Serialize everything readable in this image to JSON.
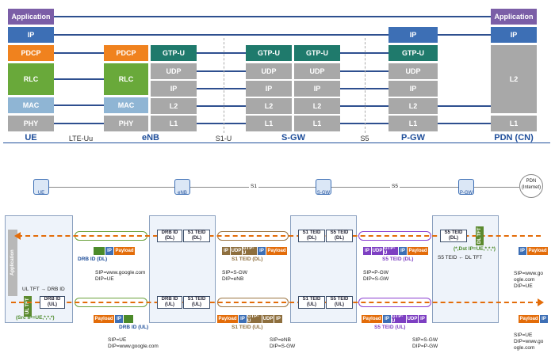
{
  "layers": {
    "application": "Application",
    "ip": "IP",
    "pdcp": "PDCP",
    "rlc": "RLC",
    "mac": "MAC",
    "phy": "PHY",
    "gtpu": "GTP-U",
    "udp": "UDP",
    "l2": "L2",
    "l1": "L1"
  },
  "nodes": {
    "ue": "UE",
    "enb": "eNB",
    "sgw": "S-GW",
    "pgw": "P-GW",
    "pdn": "PDN (CN)"
  },
  "interfaces": {
    "lteuu": "LTE-Uu",
    "s1u": "S1-U",
    "s5": "S5"
  },
  "bottom": {
    "icons": {
      "ue": "UE",
      "enb": "eNB",
      "sgw": "S-GW",
      "pgw": "P-GW",
      "pdn": "PDN (Internet)"
    },
    "s1": "S1",
    "s5": "S5",
    "application": "Application",
    "ul_tft_map": "UL TFT → DRB ID",
    "ul_tft": "UL TFT",
    "src_filter": "(Src IP=UE,*,*,*)",
    "dl_tft": "DL TFT",
    "dst_filter": "(*,Dst IP=UE,*,*,*)",
    "s5teid_dltft": "S5 TEID ← DL TFT",
    "drb_dl": "DRB ID (DL)",
    "drb_ul": "DRB ID (UL)",
    "s1teid_dl": "S1 TEID (DL)",
    "s1teid_ul": "S1 TEID (UL)",
    "s5teid_dl": "S5 TEID (DL)",
    "s5teid_ul": "S5 TEID (UL)",
    "ue_drb_ul": "DRB ID (UL)",
    "payload": "Payload",
    "ip": "IP",
    "udp": "UDP",
    "gtpu": "GTP-U",
    "sip_google": "SIP=www.google.com",
    "dip_ue": "DIP=UE",
    "sip_sgw": "SIP=S-GW",
    "dip_enb": "DIP=eNB",
    "sip_pgw": "SIP=P-GW",
    "dip_sgw": "DIP=S-GW",
    "sip_ue": "SIP=UE",
    "dip_google": "DIP=www.google.com",
    "sip_enb": "SIP=eNB",
    "dip_sgw2": "DIP=S-GW",
    "sip_sgw2": "SIP=S-GW",
    "dip_pgw": "DIP=P-GW",
    "pdn_dl_sip": "SIP=www.go ogle.com",
    "pdn_dl_dip": "DIP=UE",
    "pdn_ul_sip": "SIP=UE",
    "pdn_ul_dip": "DIP=www.go ogle.com"
  }
}
